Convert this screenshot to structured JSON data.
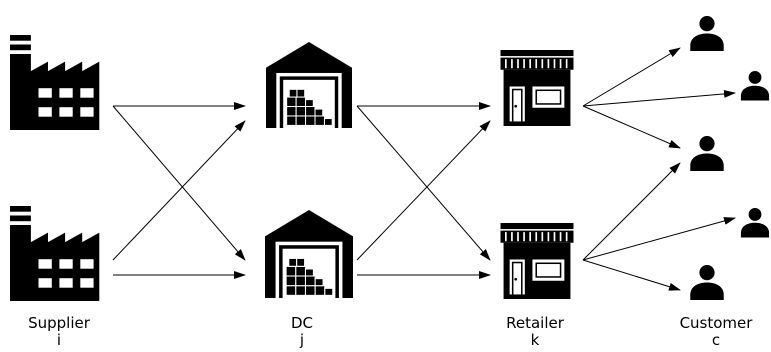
{
  "labels": {
    "supplier": {
      "name": "Supplier",
      "index": "i"
    },
    "dc": {
      "name": "DC",
      "index": "j"
    },
    "retailer": {
      "name": "Retailer",
      "index": "k"
    },
    "customer": {
      "name": "Customer",
      "index": "c"
    }
  },
  "colors": {
    "ink": "#000000",
    "background": "#ffffff"
  },
  "icons": {
    "supplier": "factory-icon",
    "dc": "warehouse-icon",
    "retailer": "store-icon",
    "customer": "person-icon"
  }
}
